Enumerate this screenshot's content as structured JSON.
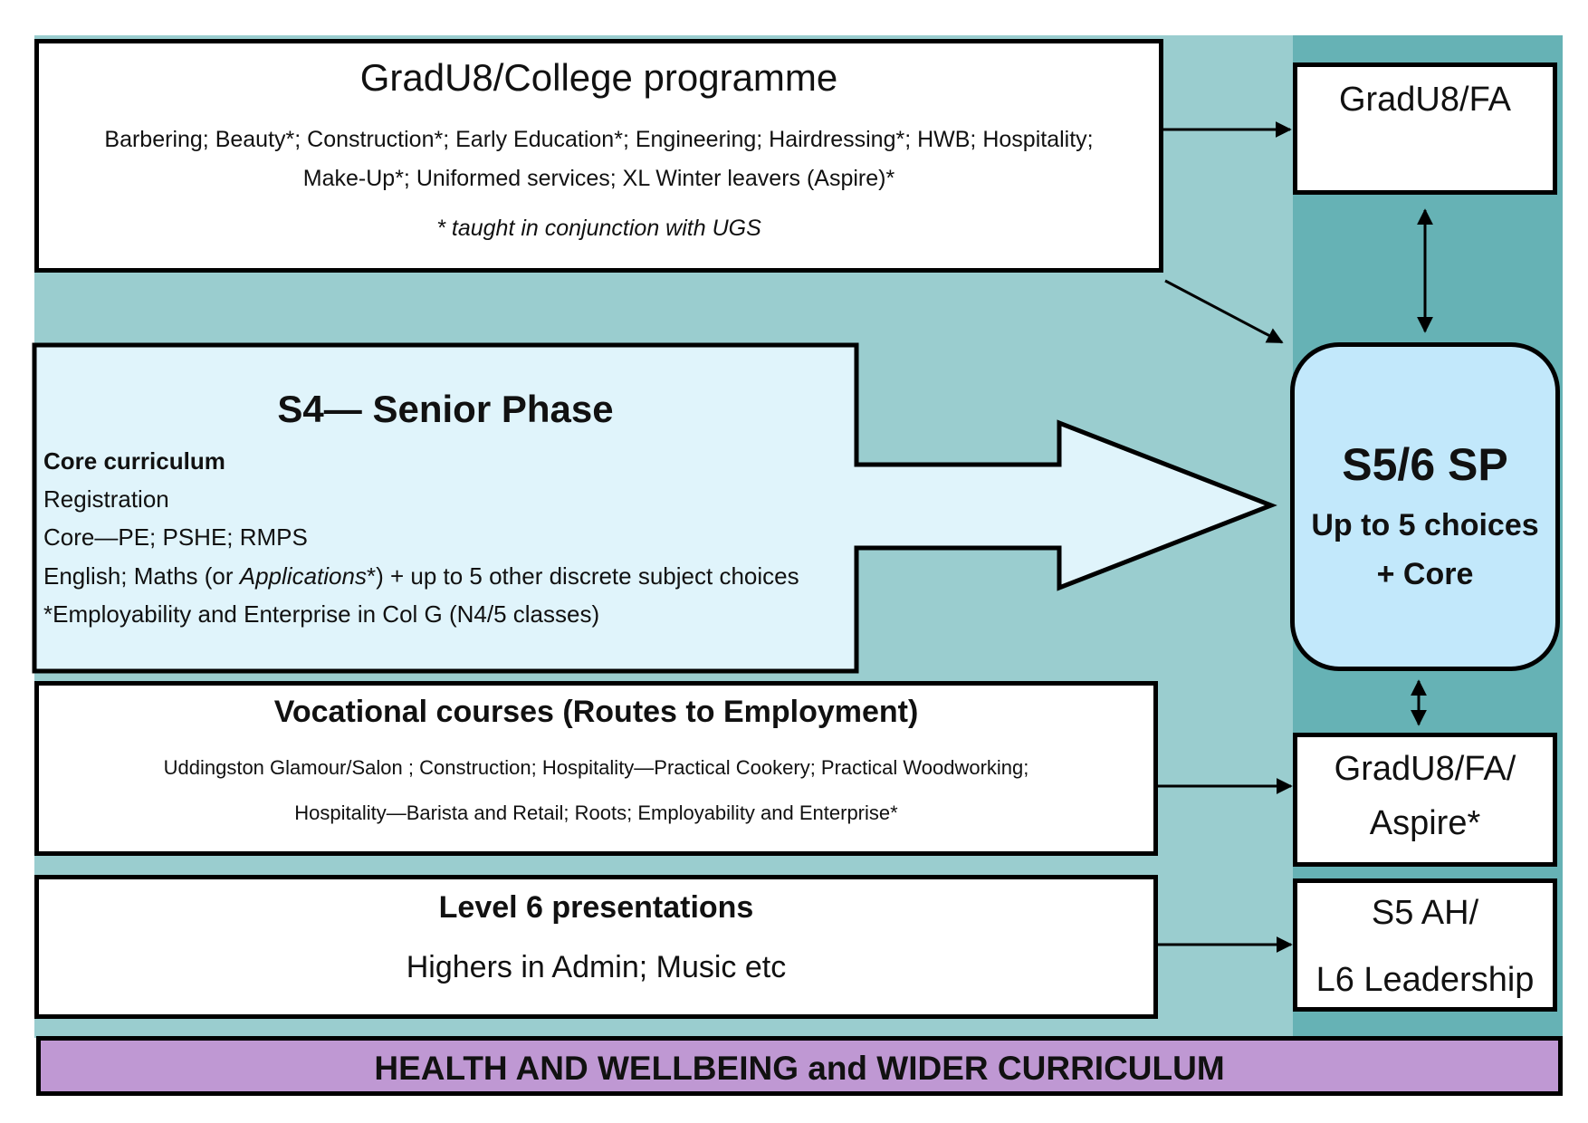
{
  "grad_college": {
    "title": "GradU8/College programme",
    "courses_line1": "Barbering; Beauty*; Construction*; Early Education*; Engineering; Hairdressing*; HWB; Hospitality;",
    "courses_line2": "Make-Up*; Uniformed services; XL Winter leavers (Aspire)*",
    "note": "* taught in conjunction with UGS"
  },
  "s4": {
    "title": "S4— Senior Phase",
    "core_heading": "Core curriculum",
    "registration": "Registration",
    "core": "Core—PE; PSHE; RMPS",
    "subjects_a": "English; Maths (or ",
    "subjects_em": "Applications",
    "subjects_b": "*) + up to 5 other discrete subject choices",
    "employability": "*Employability and Enterprise in Col  G (N4/5 classes)"
  },
  "vocational": {
    "title": "Vocational courses (Routes to Employment)",
    "line1": "Uddingston Glamour/Salon ; Construction; Hospitality—Practical Cookery; Practical Woodworking;",
    "line2": "Hospitality—Barista and Retail; Roots; Employability and Enterprise*"
  },
  "level6": {
    "title": "Level 6 presentations",
    "line1": "Highers in Admin; Music etc"
  },
  "grad_fa": {
    "title": "GradU8/FA"
  },
  "s56": {
    "title": "S5/6 SP",
    "line1": "Up to 5 choices",
    "line2": "+ Core"
  },
  "grad_fa_aspire": {
    "line1": "GradU8/FA/",
    "line2": "Aspire*"
  },
  "s5_ah": {
    "line1": "S5 AH/",
    "line2": "L6 Leadership"
  },
  "hwb": {
    "title": "HEALTH AND WELLBEING and WIDER CURRICULUM"
  },
  "colors": {
    "left_panel": "#9acdcf",
    "right_panel": "#66b2b5",
    "s4_fill": "#e0f4fb",
    "s56_fill": "#c2e8fb",
    "band_fill": "#bf98d3"
  }
}
